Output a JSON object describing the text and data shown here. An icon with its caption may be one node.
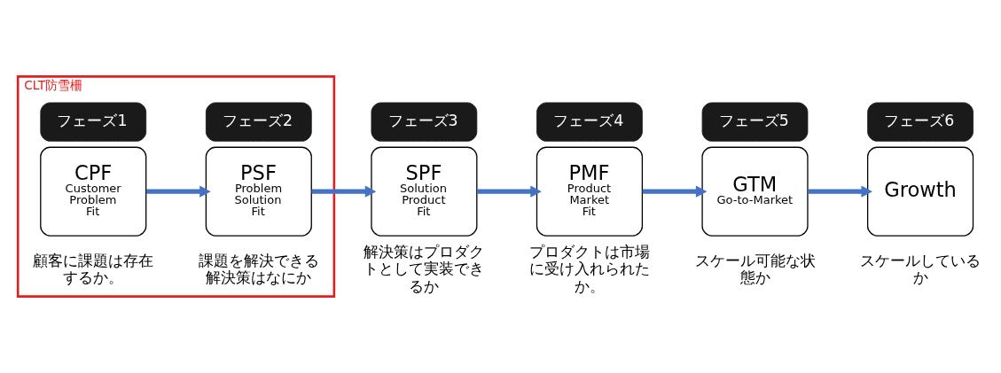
{
  "diagram": {
    "nodes": [
      {
        "text": [
          "CLT防雪柵"
        ]
      },
      {
        "text": [
          "フェーズ1"
        ],
        "in": 0
      },
      {
        "text": [
          "CPF",
          "Customer Problem Fit"
        ],
        "in": 0,
        "beside": [
          "顧客に課題は存在するか。"
        ]
      },
      {
        "text": [
          "フェーズ2"
        ],
        "in": 0
      },
      {
        "text": [
          "PSF",
          "Problem Solution Fit"
        ],
        "in": 0,
        "beside": [
          "課題を解決できる解決策はなにか"
        ]
      },
      {
        "text": [
          "フェーズ3"
        ]
      },
      {
        "text": [
          "SPF",
          "Solution Product Fit"
        ],
        "beside": [
          "解決策はプロダクトとして実装できるか"
        ]
      },
      {
        "text": [
          "フェーズ4"
        ]
      },
      {
        "text": [
          "PMF",
          "Product Market Fit"
        ],
        "beside": [
          "プロダクトは市場に受け入れられたか。"
        ]
      },
      {
        "text": [
          "フェーズ5"
        ]
      },
      {
        "text": [
          "GTM",
          "Go-to-Market"
        ],
        "beside": [
          "スケール可能な状態か"
        ]
      },
      {
        "text": [
          "フェーズ6"
        ]
      },
      {
        "text": [
          "Growth"
        ],
        "beside": [
          "スケールしているか"
        ]
      }
    ],
    "edges": [
      {
        "from": 2,
        "to": 4,
        "arrow": "to"
      },
      {
        "from": 4,
        "to": 6,
        "arrow": "to"
      },
      {
        "from": 6,
        "to": 8,
        "arrow": "to"
      },
      {
        "from": 8,
        "to": 10,
        "arrow": "to"
      },
      {
        "from": 10,
        "to": 12,
        "arrow": "to"
      }
    ]
  }
}
